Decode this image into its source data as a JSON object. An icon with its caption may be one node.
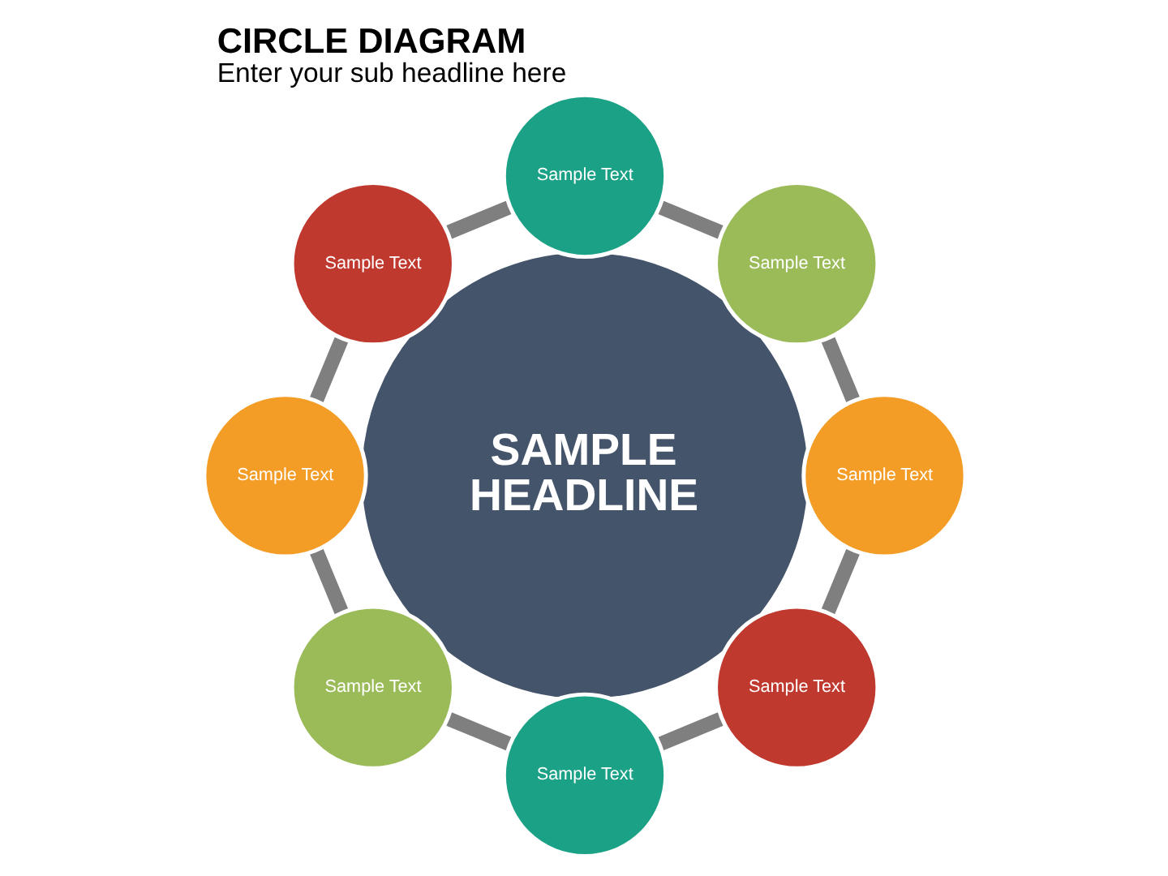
{
  "diagram": {
    "title": "CIRCLE DIAGRAM",
    "caption": "Enter your sub headline here",
    "nodes": [
      {
        "text": [
          "SAMPLE HEADLINE"
        ]
      },
      {
        "text": [
          "Sample Text"
        ]
      },
      {
        "text": [
          "Sample Text"
        ]
      },
      {
        "text": [
          "Sample Text"
        ]
      },
      {
        "text": [
          "Sample Text"
        ]
      },
      {
        "text": [
          "Sample Text"
        ]
      },
      {
        "text": [
          "Sample Text"
        ]
      },
      {
        "text": [
          "Sample Text"
        ]
      },
      {
        "text": [
          "Sample Text"
        ]
      }
    ],
    "edges": [
      {
        "from": 1,
        "to": 2,
        "arrow": "none"
      },
      {
        "from": 2,
        "to": 3,
        "arrow": "none"
      },
      {
        "from": 3,
        "to": 4,
        "arrow": "none"
      },
      {
        "from": 4,
        "to": 5,
        "arrow": "none"
      },
      {
        "from": 5,
        "to": 6,
        "arrow": "none"
      },
      {
        "from": 6,
        "to": 7,
        "arrow": "none"
      },
      {
        "from": 7,
        "to": 8,
        "arrow": "none"
      },
      {
        "from": 8,
        "to": 1,
        "arrow": "none"
      }
    ]
  }
}
